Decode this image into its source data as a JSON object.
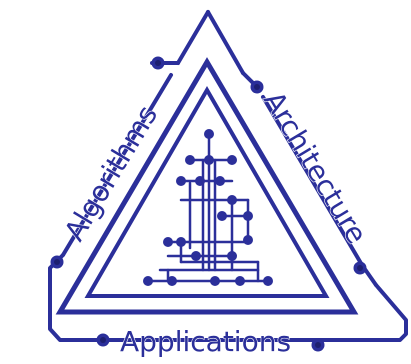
{
  "labels": {
    "left": "Algorithms",
    "right": "Architecture",
    "bottom": "Applications"
  },
  "colors": {
    "primary": "#2b2f9a",
    "background": "#ffffff"
  },
  "icons": {
    "center": "circuit-tree-icon"
  }
}
